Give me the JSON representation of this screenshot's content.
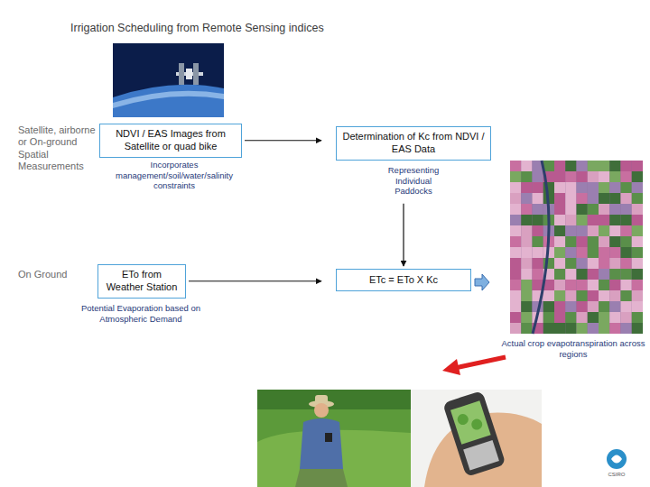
{
  "diagram": {
    "title": "Irrigation Scheduling from Remote Sensing indices",
    "nodes": [
      {
        "text": [
          "NDVI / EAS Images from Satellite or quad bike"
        ]
      },
      {
        "text": [
          "Determination of Kc from NDVI / EAS Data"
        ]
      },
      {
        "text": [
          "ETo from Weather Station"
        ]
      },
      {
        "text": [
          "ETc = ETo X Kc"
        ]
      }
    ],
    "edges": [
      {
        "from": 0,
        "to": 1,
        "arrow": "to"
      },
      {
        "from": 1,
        "to": 3,
        "arrow": "to"
      },
      {
        "from": 2,
        "to": 3,
        "arrow": "to"
      }
    ],
    "labels": [
      "Satellite, airborne or On-ground Spatial Measurements",
      "On Ground",
      "Incorporates management/soil/water/salinity constraints",
      "Representing Individual Paddocks",
      "Potential Evaporation based on Atmospheric Demand",
      "Actual crop evapotranspiration across regions",
      "CSIRO"
    ]
  }
}
